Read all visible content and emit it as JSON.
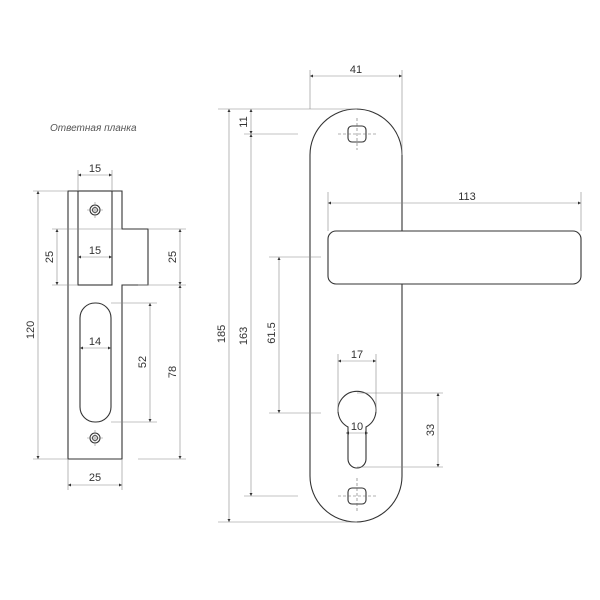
{
  "strike_plate": {
    "title": "Ответная планка",
    "dims": {
      "top_width": "15",
      "inner_width": "15",
      "left_height": "25",
      "right_height": "25",
      "total_height": "120",
      "slot_width": "14",
      "slot_height": "52",
      "lower_height": "78",
      "bottom_width": "25"
    }
  },
  "handle": {
    "dims": {
      "plate_width": "41",
      "lever_length": "113",
      "total_height": "185",
      "screw_spacing": "163",
      "top_offset": "11",
      "handle_to_cylinder": "61.5",
      "cylinder_diameter": "17",
      "cylinder_slot": "10",
      "cylinder_height": "33"
    }
  }
}
